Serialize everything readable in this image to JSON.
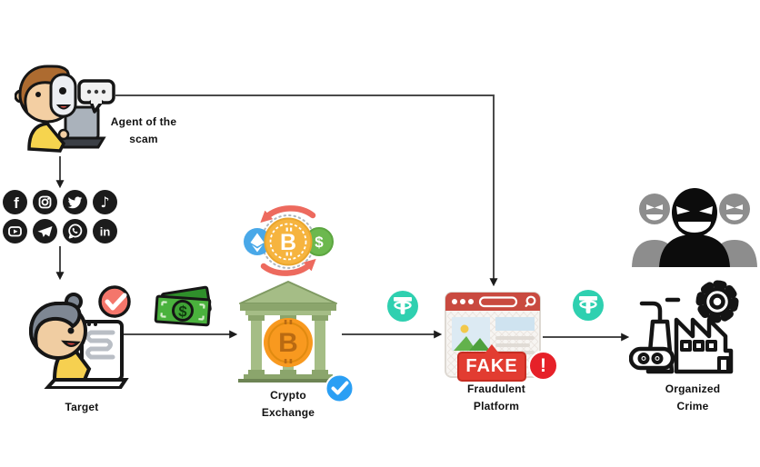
{
  "diagram": {
    "background": "#ffffff",
    "nodes": {
      "agent": {
        "label": "Agent of the scam"
      },
      "target": {
        "label": "Target"
      },
      "crypto_exchange": {
        "label": "Crypto Exchange"
      },
      "fraudulent_platform": {
        "label": "Fraudulent Platform",
        "stamp_text": "FAKE",
        "alert_text": "!"
      },
      "organized_crime": {
        "label": "Organized Crime"
      }
    },
    "social_networks": [
      "Facebook",
      "Instagram",
      "Twitter",
      "TikTok",
      "YouTube",
      "Telegram",
      "WhatsApp",
      "LinkedIn"
    ],
    "glyphs": {
      "facebook": "f",
      "linkedin": "in",
      "tiktok": "♪",
      "bitcoin": "B",
      "dollar": "$"
    },
    "colors": {
      "arrow": "#4a4a4a",
      "tether_teal": "#2fd0b0",
      "bitcoin_orange": "#f8991f",
      "cycle_coin_yellow": "#f6b43f",
      "ethereum_blue": "#49a8e8",
      "dollar_green": "#6cb84e",
      "bank_green": "#a5bd86",
      "verified_blue": "#2b9ff4",
      "alert_red": "#e62129",
      "stamp_red": "#e23c31",
      "browser_red": "#c94a40",
      "money_green": "#49b13c",
      "cycle_arrow_red": "#ed6a5e",
      "shirt_yellow": "#f6d44e"
    }
  }
}
